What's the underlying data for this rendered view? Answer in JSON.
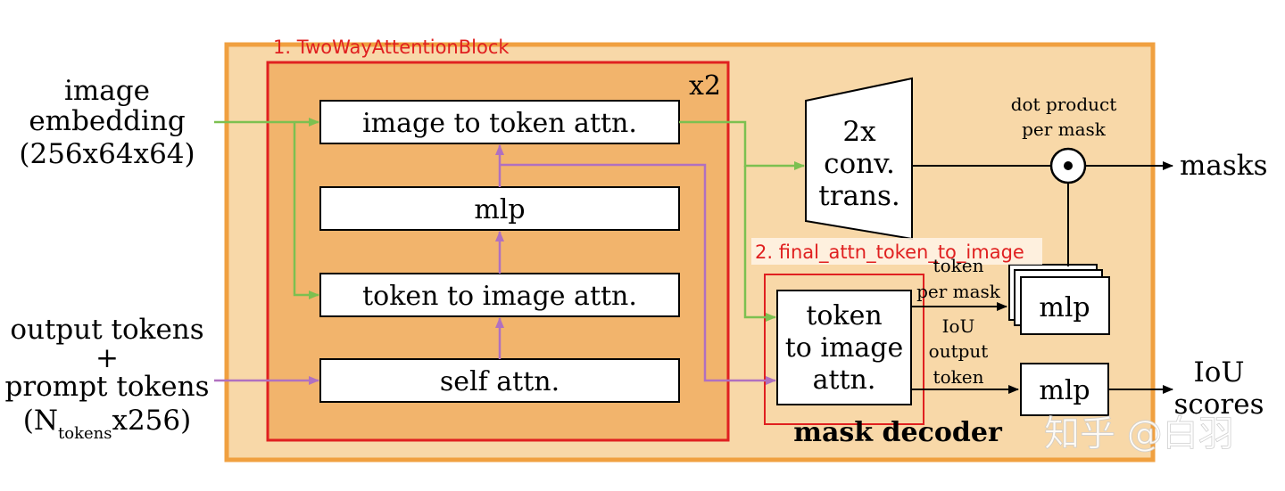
{
  "inputs": {
    "image_embedding": [
      "image",
      "embedding",
      "(256x64x64)"
    ],
    "tokens": {
      "line1": "output tokens",
      "line2": "+",
      "line3": "prompt tokens",
      "paren_open": "(N",
      "subscript": "tokens",
      "suffix": "x256)"
    }
  },
  "block": {
    "annotation": "1. TwoWayAttentionBlock",
    "repeat": "x2",
    "layers": {
      "image_to_token": "image to token attn.",
      "mlp": "mlp",
      "token_to_image": "token to image attn.",
      "self_attn": "self attn."
    }
  },
  "decoder": {
    "title": "mask decoder",
    "conv": [
      "2x",
      "conv.",
      "trans."
    ],
    "final_annotation": "2. final_attn_token_to_image",
    "final_attn": [
      "token",
      "to image",
      "attn."
    ],
    "dot_label": [
      "dot product",
      "per mask"
    ],
    "token_per_mask": [
      "token",
      "per mask"
    ],
    "iou_token": [
      "IoU",
      "output",
      "token"
    ],
    "mlp_mask": "mlp",
    "mlp_iou": "mlp"
  },
  "outputs": {
    "masks": "masks",
    "iou": [
      "IoU",
      "scores"
    ]
  },
  "watermark": "知乎 @白羽",
  "colors": {
    "outer_fill": "#f8d8a8",
    "outer_border": "#f0a040",
    "inner_fill": "#f2b46c",
    "annotation_red": "#e02020",
    "green_arrow": "#7cc050",
    "purple_arrow": "#b070c0"
  }
}
